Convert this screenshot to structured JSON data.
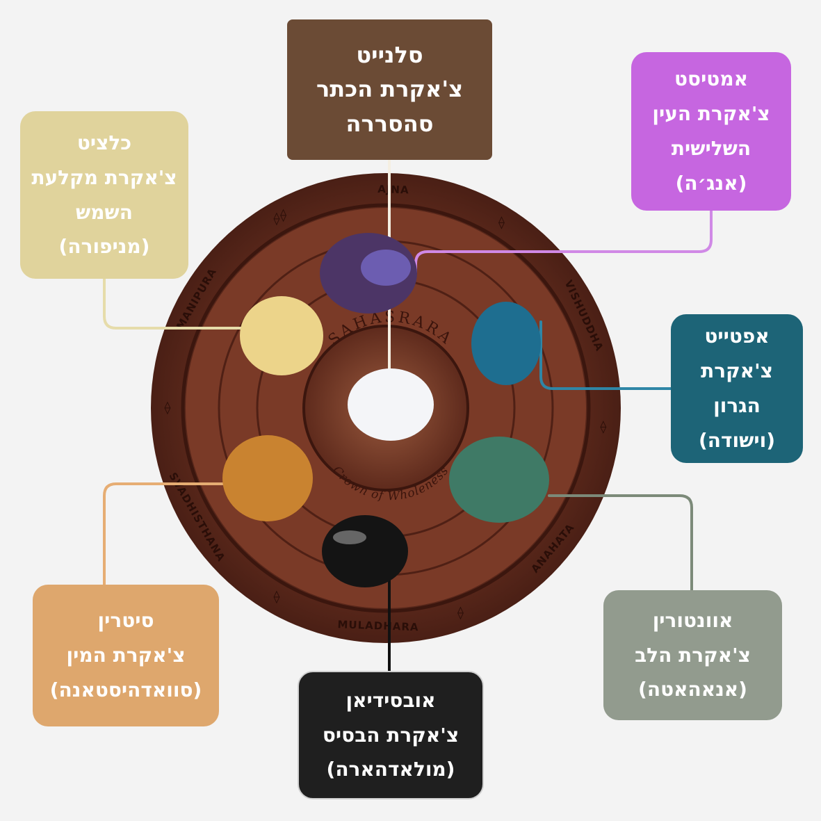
{
  "labels": {
    "selenite": {
      "name": "סלנייט",
      "lines": [
        "צ'אקרת הכתר",
        "סהסררה"
      ],
      "color": "#6b4b35"
    },
    "amethyst": {
      "name": "אמטיסט",
      "lines": [
        "צ'אקרת העין",
        "השלישית",
        "(אנג׳ה)"
      ],
      "color": "#c666e0"
    },
    "calcite": {
      "name": "כלציט",
      "lines": [
        "צ'אקרת מקלעת",
        "השמש",
        "(מניפורה)"
      ],
      "color": "#e0d39c"
    },
    "apatite": {
      "name": "אפטייט",
      "lines": [
        "צ'אקרת",
        "הגרון",
        "(וישודה)"
      ],
      "color": "#1d6477"
    },
    "citrine": {
      "name": "סיטרין",
      "lines": [
        "צ'אקרת המין",
        "(סוואדהיסטאנה)"
      ],
      "color": "#dea76d"
    },
    "aventurine": {
      "name": "אוונטורין",
      "lines": [
        "צ'אקרת הלב",
        "(אנאהאטה)"
      ],
      "color": "#929b8e"
    },
    "obsidian": {
      "name": "אובסידיאן",
      "lines": [
        "צ'אקרת הבסיס",
        "(מולאדהארה)"
      ],
      "color": "#1f1f1f"
    }
  },
  "bowl": {
    "inner_text": "SAHASRARA",
    "inner_subtext": "Crown of Wholeness",
    "rim_words": [
      "AJNA",
      "VISHUDDHA",
      "ANAHATA",
      "MULADHARA",
      "SVADHISTHANA",
      "MANIPURA"
    ],
    "wood_color": "#6e3322"
  },
  "stones": {
    "selenite": "#f4f5f8",
    "amethyst": "#4c3566",
    "calcite": "#ecd48a",
    "apatite": "#1e6e90",
    "citrine": "#c98330",
    "aventurine": "#3f7a66",
    "obsidian": "#141414"
  }
}
